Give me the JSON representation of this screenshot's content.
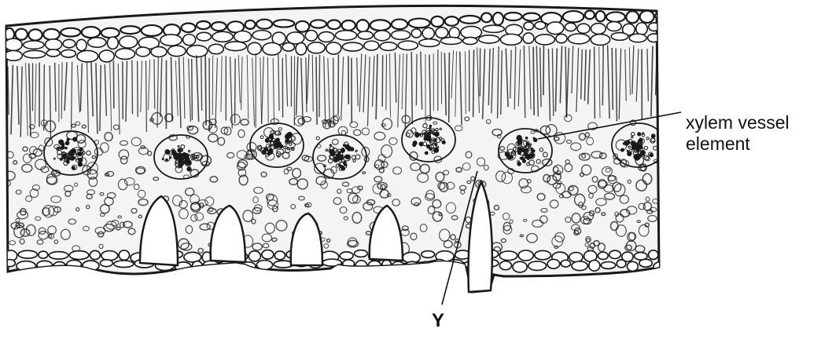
{
  "figure": {
    "subject": "leaf transverse section drawing",
    "ink_color": "#1a1a1a",
    "background_color": "#ffffff",
    "cell_fill": "#f4f4f4"
  },
  "labels": {
    "xylem_line1": "xylem vessel",
    "xylem_line2": "element",
    "y_label": "Y"
  }
}
